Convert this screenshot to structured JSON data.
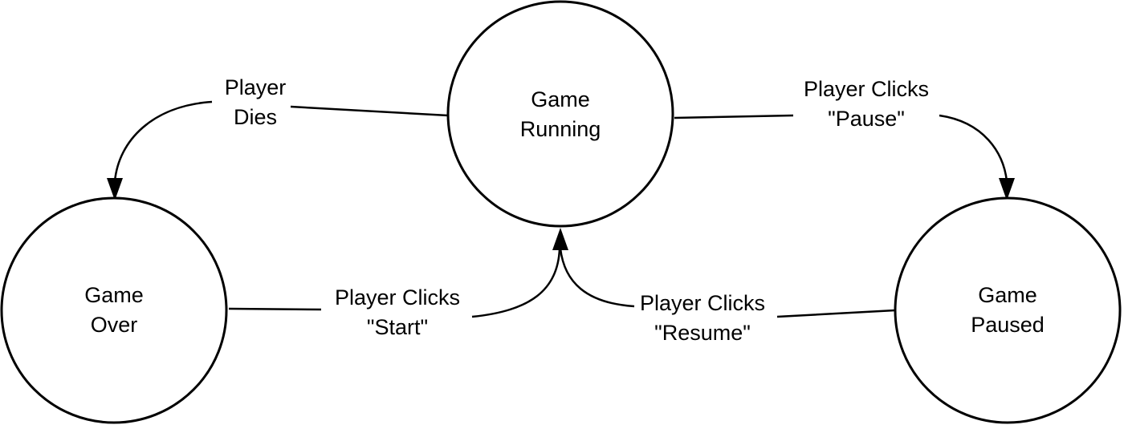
{
  "states": {
    "running": {
      "line1": "Game",
      "line2": "Running"
    },
    "over": {
      "line1": "Game",
      "line2": "Over"
    },
    "paused": {
      "line1": "Game",
      "line2": "Paused"
    }
  },
  "transitions": {
    "dies": {
      "line1": "Player",
      "line2": "Dies"
    },
    "pause": {
      "line1": "Player Clicks",
      "line2": "\"Pause\""
    },
    "start": {
      "line1": "Player Clicks",
      "line2": "\"Start\""
    },
    "resume": {
      "line1": "Player Clicks",
      "line2": "\"Resume\""
    }
  },
  "colors": {
    "stroke": "#000000",
    "background": "#ffffff"
  }
}
